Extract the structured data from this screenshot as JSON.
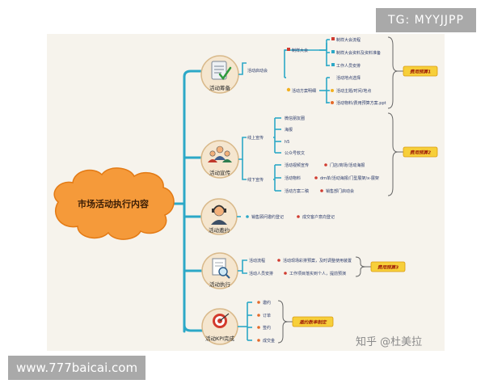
{
  "watermarks": {
    "top_right": "TG: MYYJJPP",
    "bottom_left": "www.777baicai.com",
    "zhihu": "知乎 @杜美拉"
  },
  "root": {
    "label": "市场活动执行内容"
  },
  "branches": [
    {
      "id": "prep",
      "label": "活动筹备",
      "icon": "clipboard-check-icon"
    },
    {
      "id": "promo",
      "label": "活动宣传",
      "icon": "people-group-icon"
    },
    {
      "id": "invite",
      "label": "活动邀约",
      "icon": "headset-agent-icon"
    },
    {
      "id": "exec",
      "label": "活动执行",
      "icon": "document-magnifier-icon"
    },
    {
      "id": "kpi",
      "label": "活动KPI完成",
      "icon": "target-arrow-icon"
    }
  ],
  "sub": {
    "prep_group": "活动启动会",
    "prep_a": "制样大会",
    "prep_b": "活动方案明细",
    "prep_a_leaves": [
      "制样大会流程",
      "制样大会资料及资料准备",
      "工作人员安排"
    ],
    "prep_b_leaves": [
      "活动地点选择",
      "活动主题/时间/地点",
      "活动物料/费用预算方案.ppt"
    ],
    "promo_online": "线上宣传",
    "promo_online_leaves": [
      "微信朋友圈",
      "海报",
      "h5",
      "公众号软文"
    ],
    "promo_offline": "线下宣传",
    "promo_offline_leaves": [
      "活动视频宣传",
      "活动物料",
      "活动方案二稿"
    ],
    "promo_offline_details": [
      "门店/商场/活动海报",
      "dm单/活动海报/门型展架/x-展架",
      "销售部门启动会"
    ],
    "invite_1": "销售顾问邀约登记",
    "invite_2": "成交客户意向登记",
    "exec_1": "活动流程",
    "exec_1_detail": "活动现场彩排预案，及时调整使用装置",
    "exec_2": "活动人员安排",
    "exec_2_detail": "工作项目落实到个人，提前预演",
    "kpi_leaves": [
      "邀约",
      "订单",
      "签约",
      "成交金"
    ],
    "kpi_result": "邀约数率制定"
  },
  "budgets": [
    "费用预算1",
    "费用预算2",
    "费用预算3"
  ],
  "colors": {
    "line": "#2ca8c7",
    "cloud": "#f59a3a",
    "cloud_edge": "#e37a14",
    "circle_fill": "#f5e6cf",
    "circle_edge": "#d9b98a",
    "budget": "#f7cf3a",
    "budget_edge": "#d99a10",
    "panel": "#f6f3ec"
  }
}
